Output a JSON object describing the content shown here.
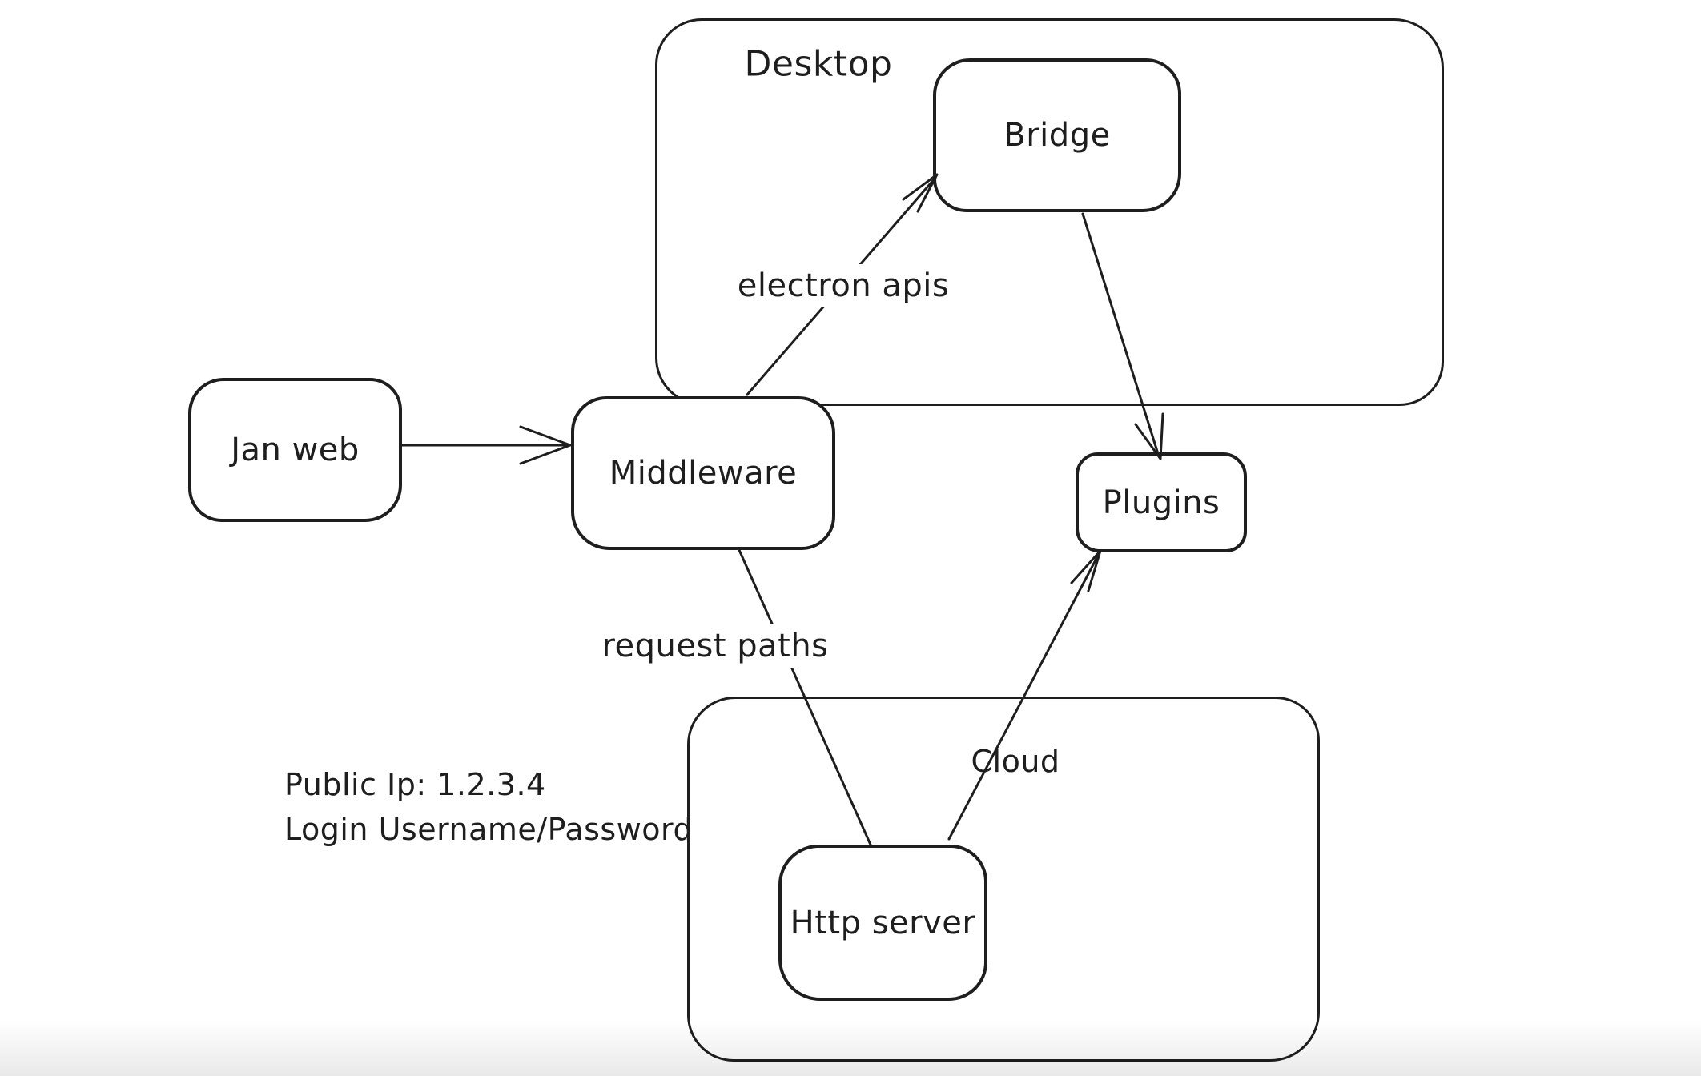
{
  "canvas": {
    "background_color": "#ffffff",
    "stroke_color": "#1e1e1e"
  },
  "containers": {
    "desktop": {
      "label": "Desktop"
    },
    "cloud": {
      "label": "Cloud"
    }
  },
  "nodes": {
    "jan_web": {
      "label": "Jan web"
    },
    "bridge": {
      "label": "Bridge"
    },
    "middleware": {
      "label": "Middleware"
    },
    "plugins": {
      "label": "Plugins"
    },
    "http_server": {
      "label": "Http server"
    }
  },
  "edges": {
    "jan_web_to_middleware": {
      "from": "Jan web",
      "to": "Middleware",
      "label": "",
      "arrowhead": "end"
    },
    "middleware_to_bridge": {
      "from": "Middleware",
      "to": "Bridge",
      "label": "electron apis",
      "arrowhead": "end"
    },
    "bridge_to_plugins": {
      "from": "Bridge",
      "to": "Plugins",
      "label": "",
      "arrowhead": "end"
    },
    "middleware_to_http_server": {
      "from": "Middleware",
      "to": "Http server",
      "label": "request paths",
      "arrowhead": "none"
    },
    "http_server_to_plugins": {
      "from": "Http server",
      "to": "Plugins",
      "label": "",
      "arrowhead": "end"
    }
  },
  "annotations": {
    "line1": "Public Ip: 1.2.3.4",
    "line2": "Login Username/Password"
  }
}
